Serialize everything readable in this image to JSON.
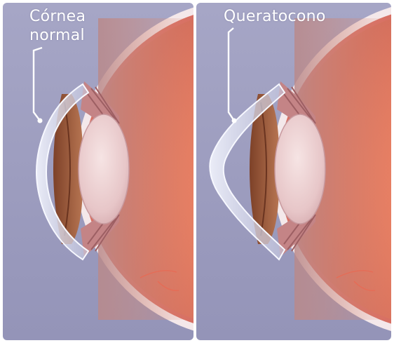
{
  "panels": [
    {
      "id": "normal",
      "label_line1": "Córnea",
      "label_line2": "normal"
    },
    {
      "id": "keratoconus",
      "label_line1": "Queratocono"
    }
  ],
  "colors": {
    "background": "#9c9cc0",
    "retina": "#f08868",
    "sclera": "#f3e6e8",
    "iris": "#9a5a38",
    "lens": "#e8c8ca",
    "cornea": "#dfe3f4",
    "leader_line": "#ffffff"
  }
}
